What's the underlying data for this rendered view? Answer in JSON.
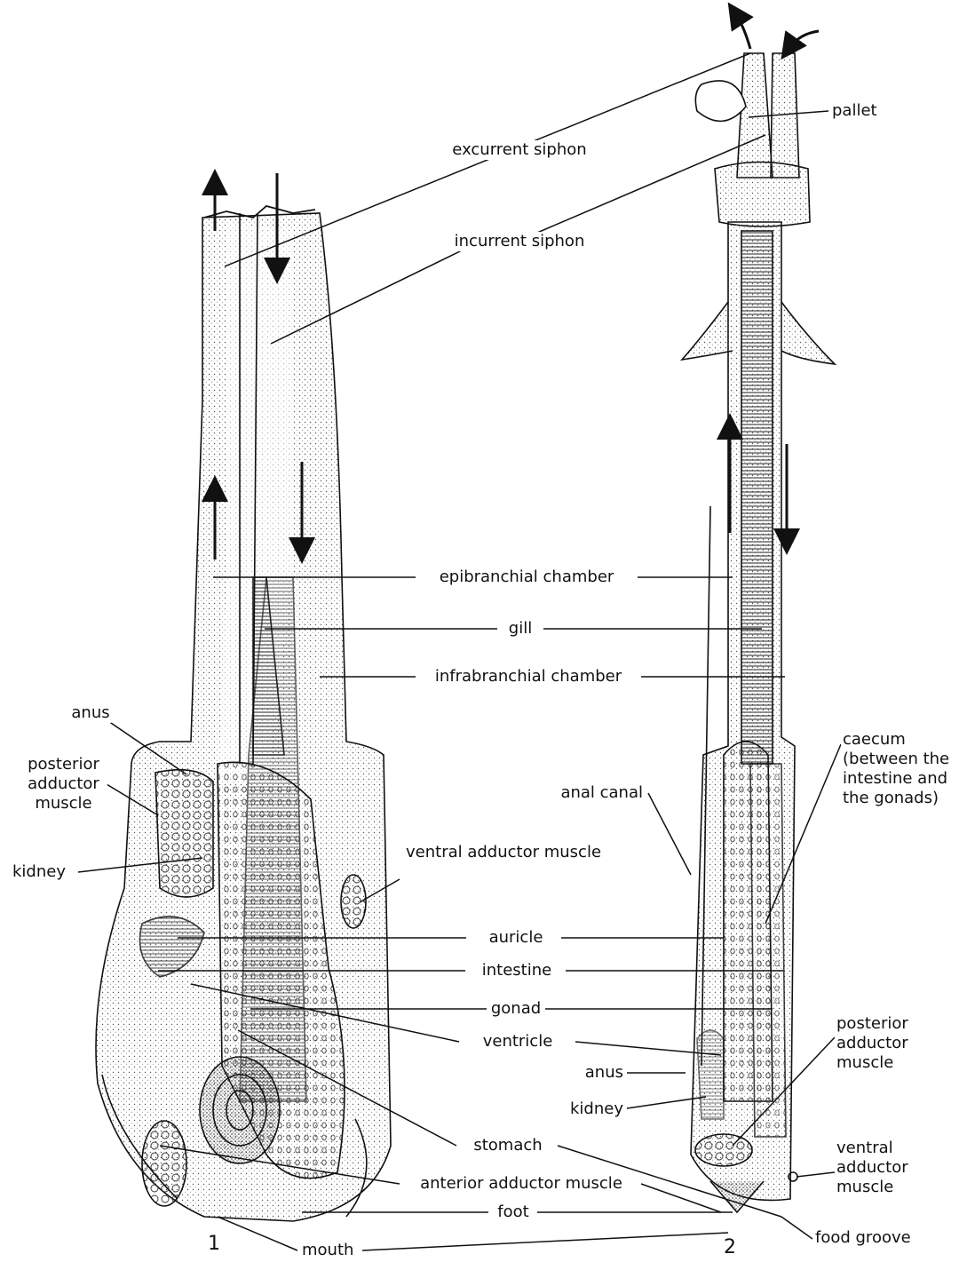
{
  "figure_numbers": [
    "1",
    "2"
  ],
  "labels": {
    "excurrent_siphon": "excurrent siphon",
    "incurrent_siphon": "incurrent siphon",
    "pallet": "pallet",
    "epibranchial_chamber": "epibranchial chamber",
    "gill": "gill",
    "infrabranchial_chamber": "infrabranchial chamber",
    "anus_left": "anus",
    "posterior_adductor_left": [
      "posterior",
      "adductor",
      "muscle"
    ],
    "kidney_left": "kidney",
    "ventral_adductor_left": "ventral adductor muscle",
    "anal_canal": "anal canal",
    "caecum": [
      "caecum",
      "(between the",
      "intestine and",
      "the gonads)"
    ],
    "auricle": "auricle",
    "intestine": "intestine",
    "gonad": "gonad",
    "ventricle": "ventricle",
    "anus_right": "anus",
    "kidney_right": "kidney",
    "posterior_adductor_right": [
      "posterior",
      "adductor",
      "muscle"
    ],
    "ventral_adductor_right": [
      "ventral",
      "adductor",
      "muscle"
    ],
    "stomach": "stomach",
    "anterior_adductor": "anterior adductor muscle",
    "foot": "foot",
    "food_groove": "food groove",
    "mouth": "mouth"
  },
  "colors": {
    "ink": "#111111",
    "stipple": "#555555",
    "paper": "#ffffff"
  }
}
